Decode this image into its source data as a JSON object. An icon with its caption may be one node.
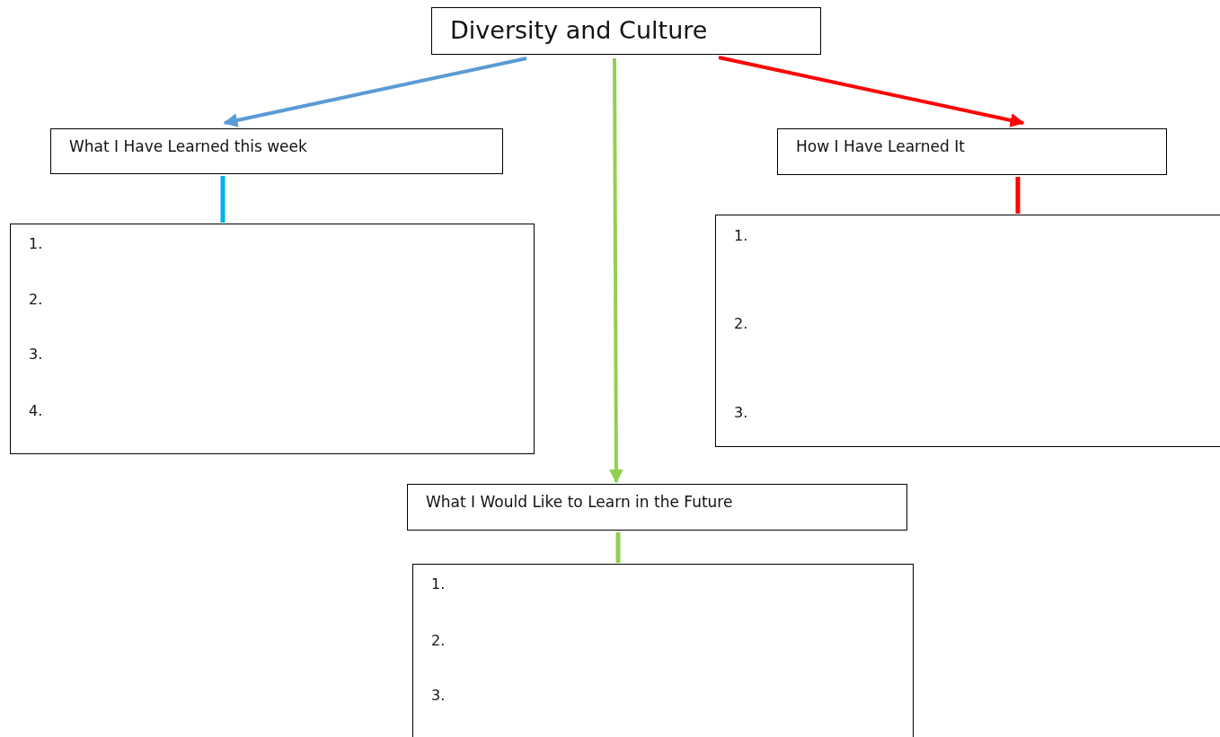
{
  "diagram": {
    "nodes": [
      {
        "text": [
          "Diversity and Culture"
        ]
      },
      {
        "text": [
          "What I Have Learned this week"
        ]
      },
      {
        "text": [
          "How I Have Learned It"
        ]
      },
      {
        "text": [
          "1.",
          "2.",
          "3.",
          "4."
        ]
      },
      {
        "text": [
          "1.",
          "2.",
          "3."
        ]
      },
      {
        "text": [
          "What I Would Like to Learn in the Future"
        ]
      },
      {
        "text": [
          "1.",
          "2.",
          "3."
        ]
      }
    ],
    "edges": [
      {
        "from": 0,
        "to": 1,
        "arrow": "to",
        "color": "#5b9bd5"
      },
      {
        "from": 0,
        "to": 5,
        "arrow": "to",
        "color": "#92d050"
      },
      {
        "from": 0,
        "to": 2,
        "arrow": "to",
        "color": "#ff0000"
      },
      {
        "from": 1,
        "to": 3,
        "arrow": "none",
        "color": "#00b0f0"
      },
      {
        "from": 2,
        "to": 4,
        "arrow": "none",
        "color": "#ff0000"
      },
      {
        "from": 5,
        "to": 6,
        "arrow": "none",
        "color": "#92d050"
      }
    ]
  }
}
